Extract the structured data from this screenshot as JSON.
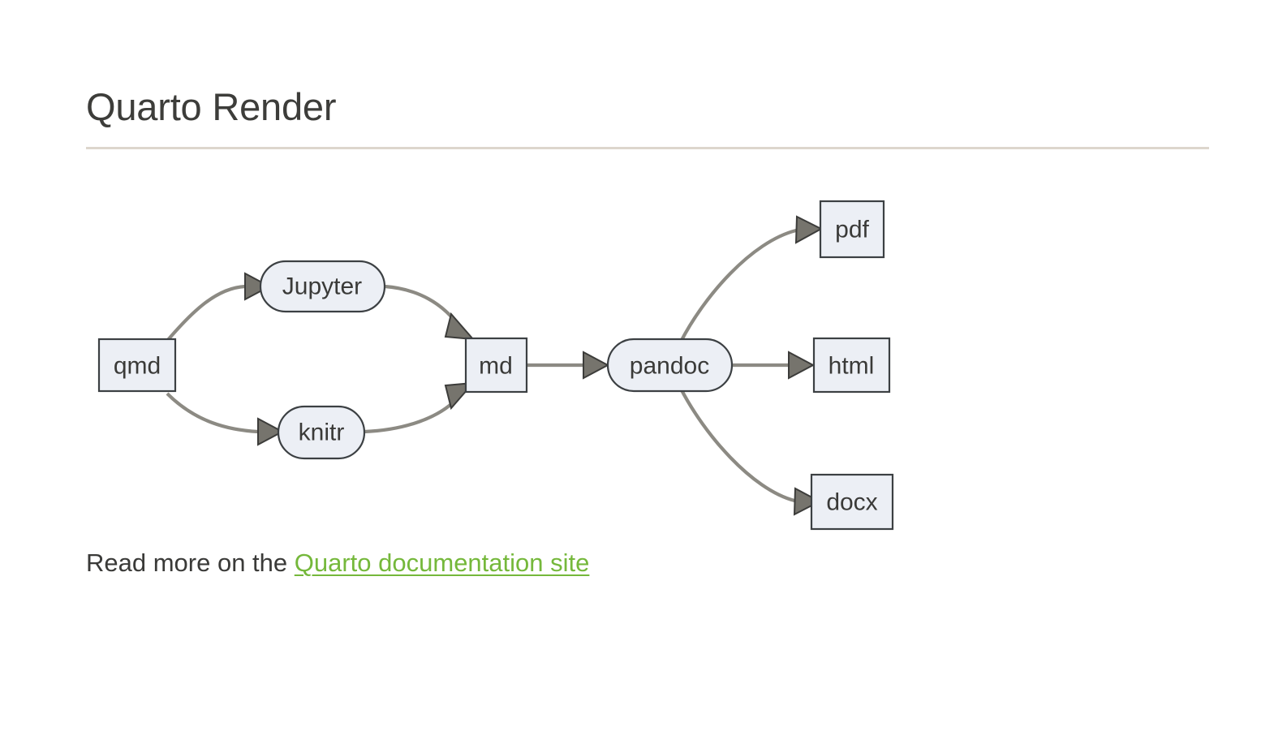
{
  "page": {
    "title": "Quarto Render",
    "background_color": "#ffffff",
    "title_color": "#3d3d3a",
    "rule_color": "#ddd6cd"
  },
  "footer": {
    "lead_text": "Read more on the ",
    "link_text": "Quarto documentation site",
    "link_color": "#75b83b"
  },
  "diagram": {
    "type": "flowchart",
    "direction": "left-to-right",
    "node_fill": "#eceff5",
    "node_stroke": "#3c4043",
    "edge_color": "#8c8a83",
    "arrow_fill": "#76746d",
    "nodes": [
      {
        "id": "qmd",
        "label": "qmd",
        "shape": "rect"
      },
      {
        "id": "jupyter",
        "label": "Jupyter",
        "shape": "stadium"
      },
      {
        "id": "knitr",
        "label": "knitr",
        "shape": "stadium"
      },
      {
        "id": "md",
        "label": "md",
        "shape": "rect"
      },
      {
        "id": "pandoc",
        "label": "pandoc",
        "shape": "stadium"
      },
      {
        "id": "pdf",
        "label": "pdf",
        "shape": "rect"
      },
      {
        "id": "html",
        "label": "html",
        "shape": "rect"
      },
      {
        "id": "docx",
        "label": "docx",
        "shape": "rect"
      }
    ],
    "edges": [
      {
        "from": "qmd",
        "to": "jupyter"
      },
      {
        "from": "qmd",
        "to": "knitr"
      },
      {
        "from": "jupyter",
        "to": "md"
      },
      {
        "from": "knitr",
        "to": "md"
      },
      {
        "from": "md",
        "to": "pandoc"
      },
      {
        "from": "pandoc",
        "to": "pdf"
      },
      {
        "from": "pandoc",
        "to": "html"
      },
      {
        "from": "pandoc",
        "to": "docx"
      }
    ]
  }
}
